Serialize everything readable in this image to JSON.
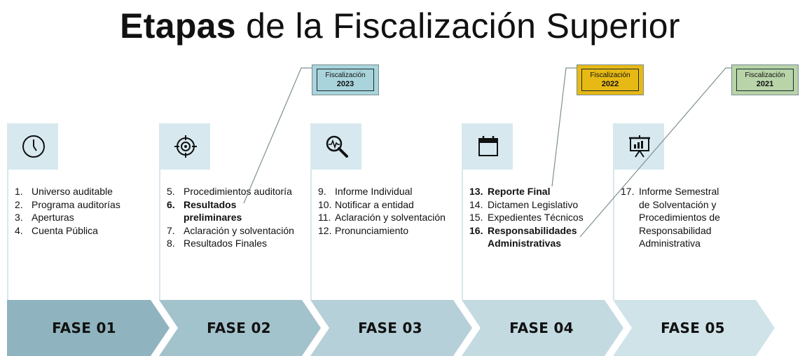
{
  "title": {
    "bold": "Etapas",
    "rest": " de la Fiscalización Superior"
  },
  "phases": [
    {
      "label": "FASE 01",
      "icon": "clock-icon",
      "items": [
        {
          "num": "1.",
          "text": "Universo auditable",
          "bold": false
        },
        {
          "num": "2.",
          "text": "Programa auditorías",
          "bold": false
        },
        {
          "num": "3.",
          "text": "Aperturas",
          "bold": false
        },
        {
          "num": "4.",
          "text": "Cuenta Pública",
          "bold": false
        }
      ]
    },
    {
      "label": "FASE 02",
      "icon": "target-icon",
      "items": [
        {
          "num": "5.",
          "text": "Procedimientos auditoría",
          "bold": false
        },
        {
          "num": "6.",
          "text": "Resultados preliminares",
          "bold": true
        },
        {
          "num": "7.",
          "text": "Aclaración y solventación",
          "bold": false
        },
        {
          "num": "8.",
          "text": "Resultados Finales",
          "bold": false
        }
      ]
    },
    {
      "label": "FASE 03",
      "icon": "magnifier-pulse-icon",
      "items": [
        {
          "num": "9.",
          "text": "Informe Individual",
          "bold": false
        },
        {
          "num": "10.",
          "text": "Notificar a entidad",
          "bold": false
        },
        {
          "num": "11.",
          "text": "Aclaración y solventación",
          "bold": false
        },
        {
          "num": "12.",
          "text": "Pronunciamiento",
          "bold": false
        }
      ]
    },
    {
      "label": "FASE 04",
      "icon": "calendar-icon",
      "items": [
        {
          "num": "13.",
          "text": "Reporte Final",
          "bold": true
        },
        {
          "num": "14.",
          "text": "Dictamen Legislativo",
          "bold": false
        },
        {
          "num": "15.",
          "text": "Expedientes Técnicos",
          "bold": false
        },
        {
          "num": "16.",
          "text": "Responsabilidades Administrativas",
          "bold": true
        }
      ]
    },
    {
      "label": "FASE 05",
      "icon": "presentation-board-icon",
      "items": [
        {
          "num": "17.",
          "text": "Informe Semestral de Solventación y Procedimientos de Responsabilidad Administrativa",
          "bold": false
        }
      ]
    }
  ],
  "tags": [
    {
      "line1": "Fiscalización",
      "year": "2023",
      "color": "#a9d4dc"
    },
    {
      "line1": "Fiscalización",
      "year": "2022",
      "color": "#e6b915"
    },
    {
      "line1": "Fiscalización",
      "year": "2021",
      "color": "#b8d4a8"
    }
  ],
  "colors": {
    "arrows": [
      "#8fb4bf",
      "#a3c3cc",
      "#b5d0d8",
      "#c3dae1",
      "#d0e3e9"
    ],
    "icon_box": "#d7e9ef"
  }
}
